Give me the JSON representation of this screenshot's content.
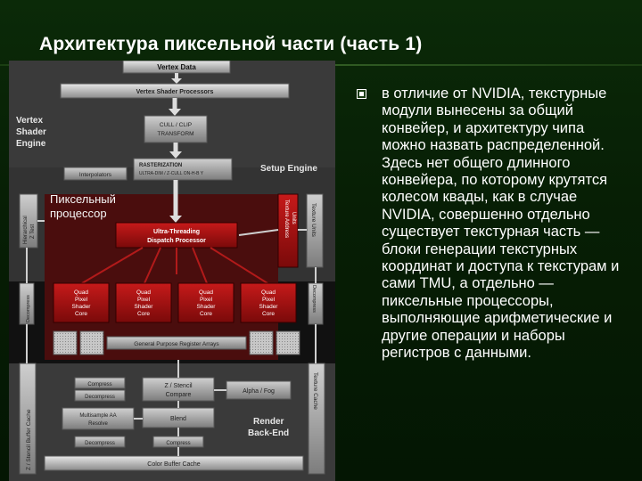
{
  "slide": {
    "title": "Архитектура пиксельной части (часть 1)",
    "bullet": "в отличие от NVIDIA, текстурные модули вынесены за общий конвейер, и архитектуру чипа можно назвать распределенной. Здесь нет общего длинного конвейера, по которому крутятся колесом квады, как в случае NVIDIA, совершенно отдельно существует текстурная часть — блоки генерации текстурных координат и доступа к текстурам и сами TMU, а отдельно — пиксельные процессоры, выполняющие арифметические и другие операции и наборы регистров с данными."
  },
  "diagram": {
    "vertex_data": "Vertex Data",
    "vertex_shader_processors": "Vertex Shader Processors",
    "vertex_shader_engine": [
      "Vertex",
      "Shader",
      "Engine"
    ],
    "cull_clip": [
      "CULL / CLIP",
      "TRANSFORM"
    ],
    "rasterization": [
      "RASTERIZATION",
      "ULTRA-DIM / Z-CULL ON-H-B Y"
    ],
    "interpolators": "Interpolators",
    "setup_engine": "Setup Engine",
    "pixel_processor_label": [
      "Пиксельный",
      "процессор"
    ],
    "hierarchical_z": [
      "Hierarchical",
      "Z Test"
    ],
    "texture_address_units": [
      "Texture Address",
      "Units"
    ],
    "texture_units": "Texture Units",
    "ultra_threading": [
      "Ultra-Threading",
      "Dispatch Processor"
    ],
    "shader_core": [
      "Quad",
      "Pixel",
      "Shader",
      "Core"
    ],
    "decompress": "Decompress",
    "gp_registers": "General Purpose Register Arrays",
    "compress": "Compress",
    "z_stencil": [
      "Z / Stencil",
      "Compare"
    ],
    "alpha_fog": "Alpha / Fog",
    "multisample": [
      "Multisample AA",
      "Resolve"
    ],
    "blend": "Blend",
    "render_backend": [
      "Render",
      "Back-End"
    ],
    "z_stencil_cache": "Z / Stencil Buffer Cache",
    "texture_cache": "Texture Cache",
    "color_buffer_cache": "Color Buffer Cache"
  }
}
